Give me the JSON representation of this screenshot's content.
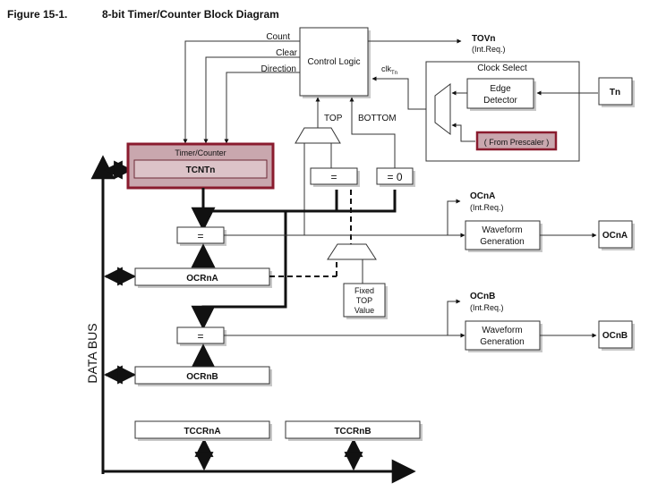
{
  "figure": {
    "number": "Figure 15-1.",
    "title": "8-bit Timer/Counter Block Diagram"
  },
  "signals": {
    "count": "Count",
    "clear": "Clear",
    "direction": "Direction",
    "top": "TOP",
    "bottom": "BOTTOM",
    "clk_main": "clk",
    "clk_sub": "Tn"
  },
  "blocks": {
    "control_logic": "Control Logic",
    "timer_counter": "Timer/Counter",
    "tcntn": "TCNTn",
    "equal_top": "=",
    "equal_zero": "= 0",
    "cmp_a": "=",
    "cmp_b": "=",
    "ocrna": "OCRnA",
    "ocrnb": "OCRnB",
    "fixed_top": [
      "Fixed",
      "TOP",
      "Value"
    ],
    "tccrna": "TCCRnA",
    "tccrnb": "TCCRnB",
    "data_bus": "DATA BUS"
  },
  "outputs": {
    "tovn": "TOVn",
    "tovn_note": "(Int.Req.)",
    "ocna_flag": "OCnA",
    "ocna_note": "(Int.Req.)",
    "ocnb_flag": "OCnB",
    "ocnb_note": "(Int.Req.)",
    "waveform_a": [
      "Waveform",
      "Generation"
    ],
    "waveform_b": [
      "Waveform",
      "Generation"
    ],
    "ocna_pin": "OCnA",
    "ocnb_pin": "OCnB"
  },
  "clock_select": {
    "title": "Clock Select",
    "edge_detector": [
      "Edge",
      "Detector"
    ],
    "tn": "Tn",
    "from_prescaler": "( From Prescaler )"
  },
  "colors": {
    "highlight_fill": "#c9a7ae",
    "highlight_inner": "#dcc3c8",
    "highlight_border": "#8a1b2e"
  }
}
